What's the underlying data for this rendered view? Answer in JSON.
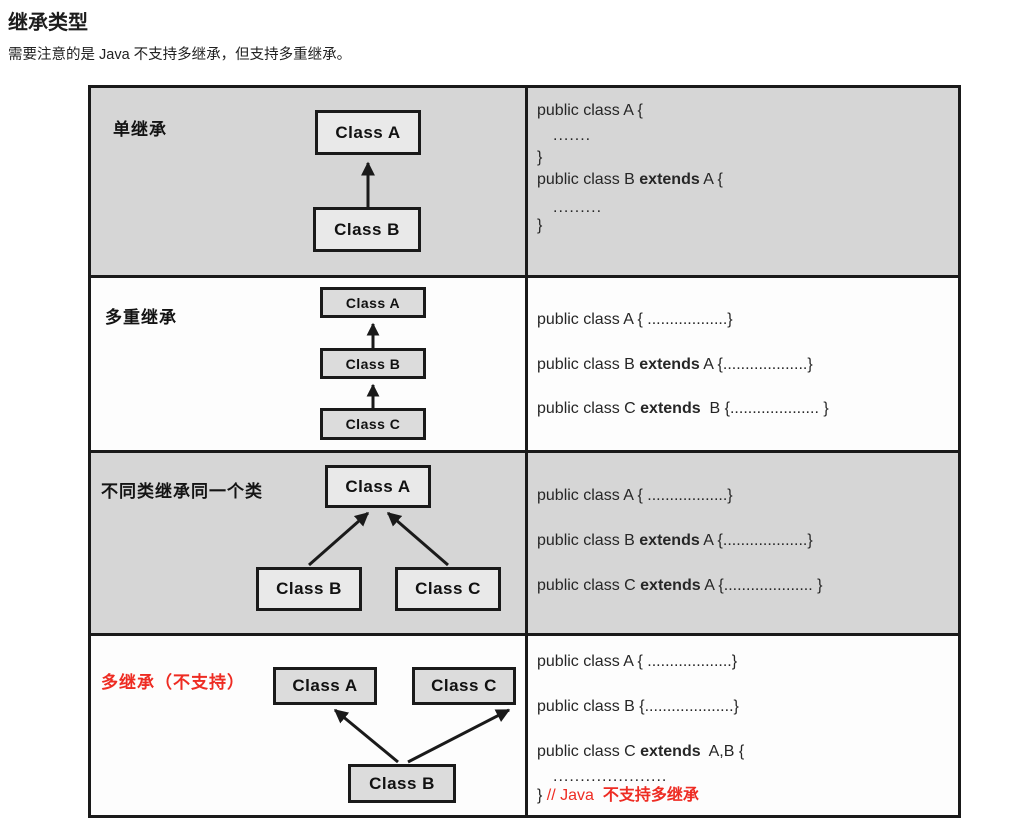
{
  "page": {
    "heading": "继承类型",
    "intro": "需要注意的是 Java 不支持多继承，但支持多重继承。"
  },
  "colors": {
    "row_gray": "#d6d6d6",
    "box_fill_on_gray": "#e9e9e9",
    "box_fill_on_white": "#dcdcdc",
    "border_black": "#1a1a1a",
    "code_text": "#262626",
    "accent_red": "#ee2c23"
  },
  "diagram": {
    "rows": [
      {
        "label": "单继承",
        "boxes": {
          "a": "Class A",
          "b": "Class B"
        },
        "code": {
          "l1": "public class A {",
          "l2": ".......",
          "l3": "}",
          "l4a": "public class B ",
          "l4b": "extends",
          "l4c": " A {",
          "l5": ".........",
          "l6": "}"
        }
      },
      {
        "label": "多重继承",
        "boxes": {
          "a": "Class A",
          "b": "Class B",
          "c": "Class C"
        },
        "code": {
          "l1": "public class A { ..................}",
          "l2a": "public class B ",
          "l2b": "extends",
          "l2c": " A {...................}",
          "l3a": "public class C ",
          "l3b": "extends",
          "l3c": "  B {.................... }"
        }
      },
      {
        "label": "不同类继承同一个类",
        "boxes": {
          "a": "Class A",
          "b": "Class B",
          "c": "Class C"
        },
        "code": {
          "l1": "public class A { ..................}",
          "l2a": "public class B ",
          "l2b": "extends",
          "l2c": " A {...................}",
          "l3a": "public class C ",
          "l3b": "extends",
          "l3c": " A {.................... }"
        }
      },
      {
        "label": "多继承（不支持）",
        "boxes": {
          "a": "Class A",
          "b": "Class B",
          "c": "Class C"
        },
        "code": {
          "l1": "public class A { ...................}",
          "l2": "public class B {....................}",
          "l3a": "public class C ",
          "l3b": "extends",
          "l3c": "  A,B {",
          "l4": ".....................",
          "l5a": "} ",
          "l5b": "// Java  ",
          "l5c": "不支持多继承"
        }
      }
    ]
  }
}
